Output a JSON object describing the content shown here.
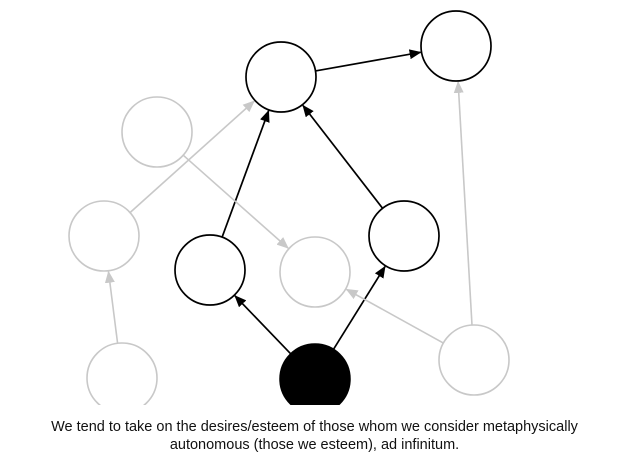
{
  "diagram": {
    "nodes": [
      {
        "id": "self",
        "style": "filled"
      },
      {
        "id": "mediator-left",
        "style": "dark"
      },
      {
        "id": "mediator-right",
        "style": "dark"
      },
      {
        "id": "model-top",
        "style": "dark"
      },
      {
        "id": "model-top-right",
        "style": "dark"
      },
      {
        "id": "gray-upper-left",
        "style": "faded"
      },
      {
        "id": "gray-mid-left",
        "style": "faded"
      },
      {
        "id": "gray-bottom-left",
        "style": "faded"
      },
      {
        "id": "gray-center",
        "style": "faded"
      },
      {
        "id": "gray-bottom-right",
        "style": "faded"
      }
    ],
    "edges": [
      {
        "from": "self",
        "to": "mediator-left",
        "style": "dark"
      },
      {
        "from": "self",
        "to": "mediator-right",
        "style": "dark"
      },
      {
        "from": "mediator-left",
        "to": "model-top",
        "style": "dark"
      },
      {
        "from": "mediator-right",
        "to": "model-top",
        "style": "dark"
      },
      {
        "from": "model-top",
        "to": "model-top-right",
        "style": "dark"
      },
      {
        "from": "gray-bottom-left",
        "to": "gray-mid-left",
        "style": "faded"
      },
      {
        "from": "gray-mid-left",
        "to": "model-top",
        "style": "faded"
      },
      {
        "from": "gray-upper-left",
        "to": "gray-center",
        "style": "faded"
      },
      {
        "from": "gray-bottom-right",
        "to": "gray-center",
        "style": "faded"
      },
      {
        "from": "gray-bottom-right",
        "to": "model-top-right",
        "style": "faded"
      }
    ],
    "colors": {
      "dark": "#000000",
      "faded": "#c8c8c8",
      "filled": "#000000",
      "background": "#ffffff"
    }
  },
  "caption": {
    "line1": "We tend to take on the desires/esteem of those whom we consider metaphysically",
    "line2": "autonomous (those we esteem), ad infinitum."
  }
}
